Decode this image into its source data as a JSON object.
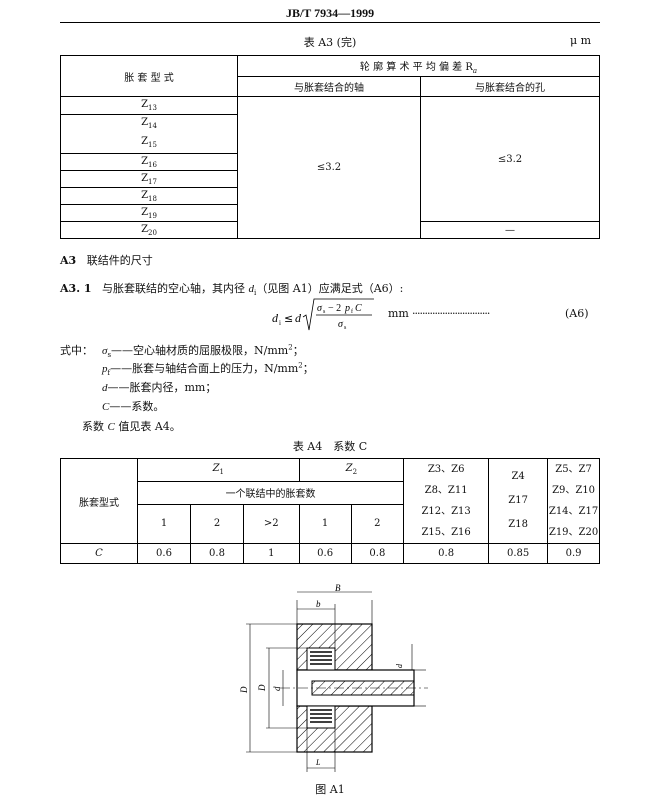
{
  "header": {
    "title": "JB/T 7934—1999"
  },
  "table_a3": {
    "caption": "表 A3 (完)",
    "unit": "μ m",
    "head_col": "胀 套 型 式",
    "head_group": "轮 廓 算 术 平 均 偏 差 R",
    "head_group_sub": "a",
    "head_shaft": "与胀套结合的轴",
    "head_hole": "与胀套结合的孔",
    "val_shaft": "≤3.2",
    "val_hole": "≤3.2",
    "val_z20_hole": "—",
    "rows": [
      "Z",
      "Z",
      "Z",
      "Z",
      "Z",
      "Z",
      "Z"
    ],
    "row_subs": [
      "13",
      "14",
      "15",
      "16",
      "17",
      "18",
      "19",
      "20"
    ]
  },
  "section_a3": {
    "num": "A3",
    "title": "联结件的尺寸",
    "clause_num": "A3. 1",
    "clause_text": "与胀套联结的空心轴，其内径",
    "clause_var": "d",
    "clause_var_sub": "i",
    "clause_text2": "（见图 A1）应满足式（A6）:",
    "formula_unit": "mm",
    "formula_dots": "·······························",
    "formula_ref": "(A6)"
  },
  "where": {
    "intro": "式中：",
    "l1_var": "σ",
    "l1_sub": "s",
    "l1_text": "——空心轴材质的屈服极限，N/mm",
    "l1_sup": "2",
    "l1_end": "；",
    "l2_var": "p",
    "l2_sub": "f",
    "l2_text": "——胀套与轴结合面上的压力，N/mm",
    "l2_sup": "2",
    "l2_end": "；",
    "l3_var": "d",
    "l3_text": "——胀套内径，mm；",
    "l4_var": "C",
    "l4_text": "——系数。",
    "note_pre": "系数",
    "note_var": "C",
    "note_post": "值见表 A4。"
  },
  "table_a4": {
    "caption": "表 A4　系数 C",
    "head_col": "胀套型式",
    "z1": "Z",
    "z1_sub": "1",
    "z2": "Z",
    "z2_sub": "2",
    "group_head": "一个联结中的胀套数",
    "n1": "1",
    "n2": "2",
    "n3": ">2",
    "n4": "1",
    "n5": "2",
    "row_label": "C",
    "values": [
      "0.6",
      "0.8",
      "1",
      "0.6",
      "0.8",
      "0.8",
      "0.85",
      "0.9"
    ],
    "col6_lines": [
      "Z3、Z6",
      "Z8、Z11",
      "Z12、Z13",
      "Z15、Z16"
    ],
    "col7_lines": [
      "Z4",
      "Z17",
      "Z18"
    ],
    "col8_lines": [
      "Z5、Z7",
      "Z9、Z10",
      "Z14、Z17",
      "Z19、Z20"
    ]
  },
  "figure": {
    "label_B": "B",
    "label_b": "b",
    "label_di": "d",
    "label_di_sub": "i",
    "label_Dc": "D",
    "label_Dc_sub": "c",
    "label_D": "D",
    "label_d": "d",
    "label_L1": "L",
    "label_L1_sub": "1",
    "caption": "图 A1"
  }
}
